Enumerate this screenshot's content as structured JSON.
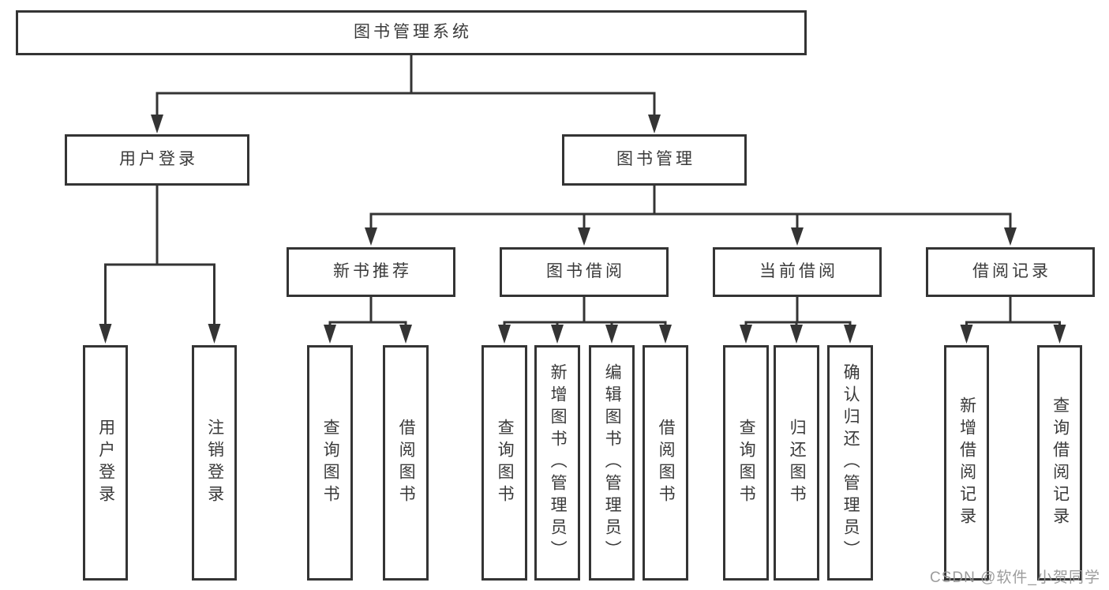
{
  "diagram_type": "functional-structure-tree",
  "hierarchy": {
    "root": "图书管理系统",
    "children": [
      {
        "label": "用户登录",
        "children": [
          "用户登录",
          "注销登录"
        ]
      },
      {
        "label": "图书管理",
        "children": [
          {
            "label": "新书推荐",
            "children": [
              "查询图书",
              "借阅图书"
            ]
          },
          {
            "label": "图书借阅",
            "children": [
              "查询图书",
              "新增图书（管理员）",
              "编辑图书（管理员）",
              "借阅图书"
            ]
          },
          {
            "label": "当前借阅",
            "children": [
              "查询图书",
              "归还图书",
              "确认归还（管理员）"
            ]
          },
          {
            "label": "借阅记录",
            "children": [
              "新增借阅记录",
              "查询借阅记录"
            ]
          }
        ]
      }
    ]
  },
  "watermark": {
    "text": "CSDN @软件_小贺同学"
  },
  "colors": {
    "line": "#343434",
    "box_border": "#343434",
    "text": "#3a3a3a",
    "background": "#ffffff",
    "watermark": "#949494"
  }
}
